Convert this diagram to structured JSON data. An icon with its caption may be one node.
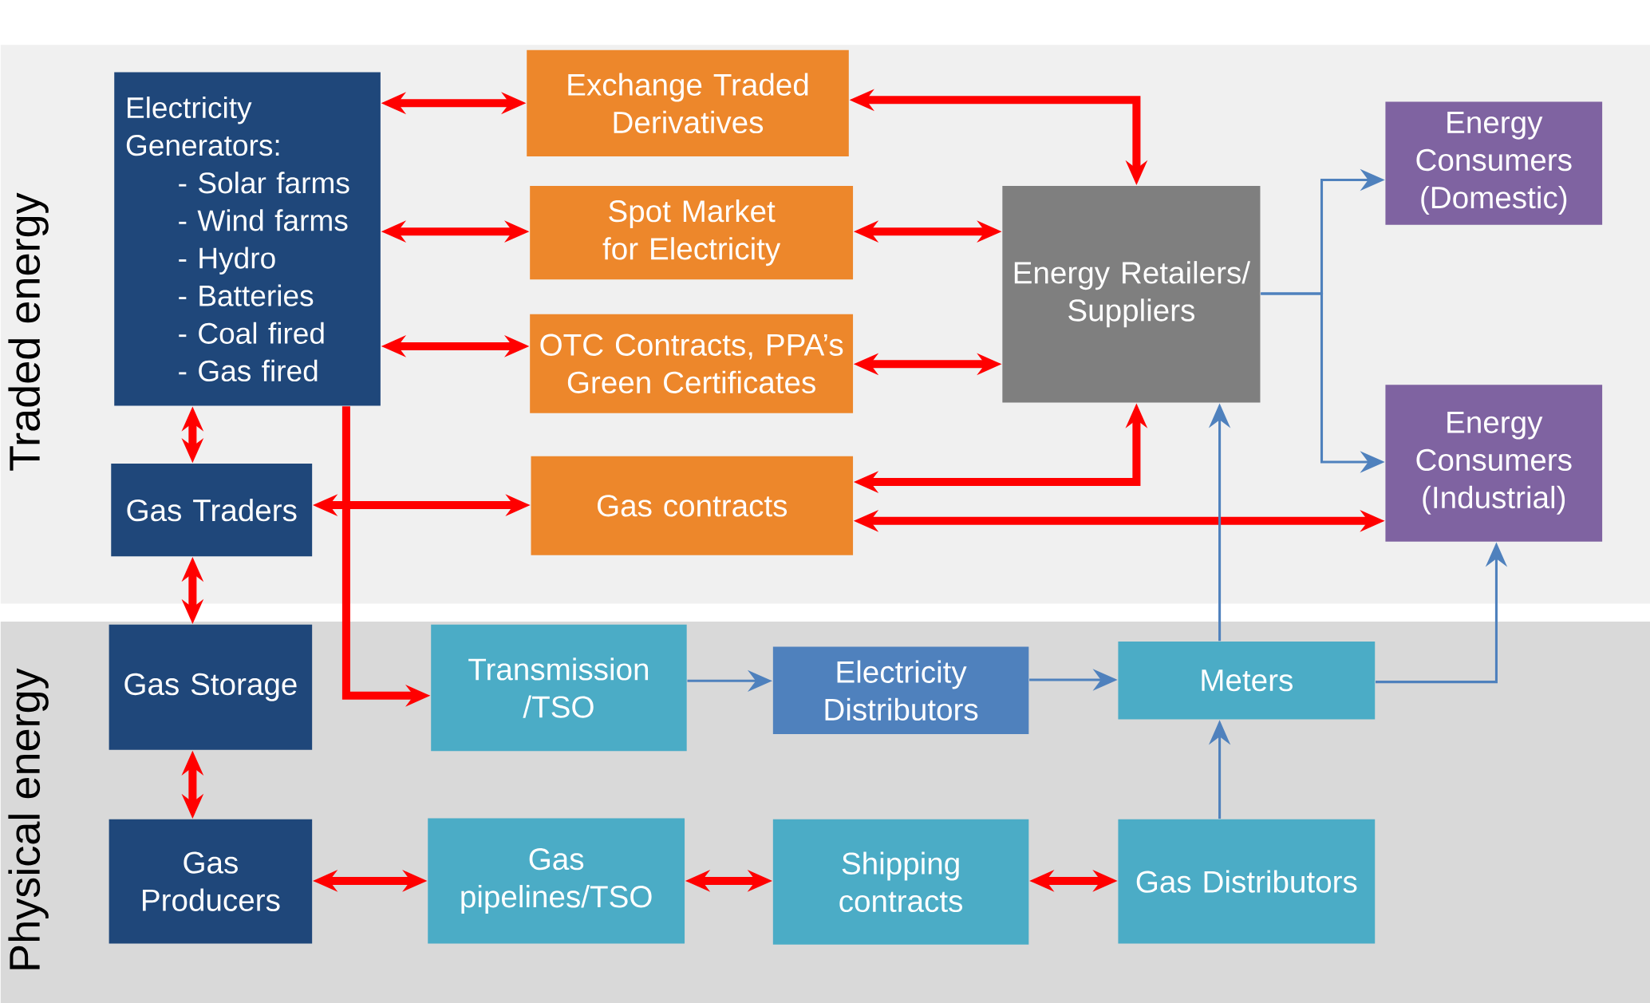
{
  "diagram": {
    "nodes": [
      {
        "text": [
          "Traded energy"
        ]
      },
      {
        "text": [
          "Physical energy"
        ]
      },
      {
        "text": [
          "Electricity Generators:",
          "- Solar farms",
          "- Wind farms",
          "- Hydro",
          "- Batteries",
          "- Coal fired",
          "- Gas fired"
        ],
        "in": 0
      },
      {
        "text": [
          "Exchange Traded Derivatives"
        ],
        "in": 0
      },
      {
        "text": [
          "Spot Market for Electricity"
        ],
        "in": 0
      },
      {
        "text": [
          "OTC Contracts, PPA’s Green Certificates"
        ],
        "in": 0
      },
      {
        "text": [
          "Energy Retailers/ Suppliers"
        ],
        "in": 0
      },
      {
        "text": [
          "Energy Consumers (Domestic)"
        ],
        "in": 0
      },
      {
        "text": [
          "Gas Traders"
        ],
        "in": 0
      },
      {
        "text": [
          "Gas contracts"
        ],
        "in": 0
      },
      {
        "text": [
          "Energy Consumers (Industrial)"
        ],
        "in": 0
      },
      {
        "text": [
          "Gas Storage"
        ],
        "in": 1
      },
      {
        "text": [
          "Transmission /TSO"
        ],
        "in": 1
      },
      {
        "text": [
          "Electricity Distributors"
        ],
        "in": 1
      },
      {
        "text": [
          "Meters"
        ],
        "in": 1
      },
      {
        "text": [
          "Gas Producers"
        ],
        "in": 1
      },
      {
        "text": [
          "Gas pipelines/TSO"
        ],
        "in": 1
      },
      {
        "text": [
          "Shipping contracts"
        ],
        "in": 1
      },
      {
        "text": [
          "Gas Distributors"
        ],
        "in": 1
      }
    ],
    "edges": [
      {
        "from": 2,
        "to": 3,
        "arrow": "both"
      },
      {
        "from": 2,
        "to": 4,
        "arrow": "both"
      },
      {
        "from": 2,
        "to": 5,
        "arrow": "both"
      },
      {
        "from": 3,
        "to": 6,
        "arrow": "both"
      },
      {
        "from": 4,
        "to": 6,
        "arrow": "both"
      },
      {
        "from": 5,
        "to": 6,
        "arrow": "both"
      },
      {
        "from": 9,
        "to": 6,
        "arrow": "both"
      },
      {
        "from": 9,
        "to": 10,
        "arrow": "both"
      },
      {
        "from": 8,
        "to": 9,
        "arrow": "both"
      },
      {
        "from": 2,
        "to": 8,
        "arrow": "both"
      },
      {
        "from": 8,
        "to": 11,
        "arrow": "both"
      },
      {
        "from": 11,
        "to": 15,
        "arrow": "both"
      },
      {
        "from": 2,
        "to": 12,
        "arrow": "to"
      },
      {
        "from": 15,
        "to": 16,
        "arrow": "both"
      },
      {
        "from": 16,
        "to": 17,
        "arrow": "both"
      },
      {
        "from": 17,
        "to": 18,
        "arrow": "both"
      },
      {
        "from": 6,
        "to": 7,
        "arrow": "to",
        "color": "#4f81bd"
      },
      {
        "from": 6,
        "to": 10,
        "arrow": "to",
        "color": "#4f81bd"
      },
      {
        "from": 12,
        "to": 13,
        "arrow": "to",
        "color": "#4f81bd"
      },
      {
        "from": 13,
        "to": 14,
        "arrow": "to",
        "color": "#4f81bd"
      },
      {
        "from": 14,
        "to": 6,
        "arrow": "to",
        "color": "#4f81bd"
      },
      {
        "from": 14,
        "to": 10,
        "arrow": "to",
        "color": "#4f81bd"
      },
      {
        "from": 18,
        "to": 14,
        "arrow": "to",
        "color": "#4f81bd"
      }
    ]
  }
}
